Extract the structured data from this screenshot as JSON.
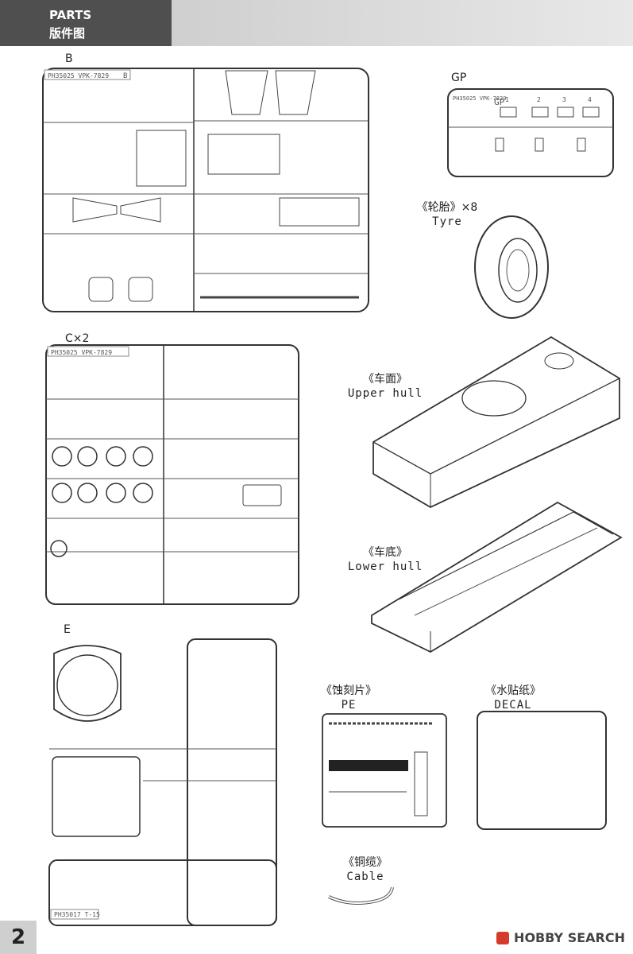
{
  "header": {
    "title_en": "PARTS",
    "title_cn": "版件图"
  },
  "sprues": {
    "b": {
      "label": "B",
      "code": "PH35025  VPK-7829",
      "letter": "B"
    },
    "gp": {
      "label": "GP",
      "code": "PH35025\nVPK-7829",
      "letter": "GP",
      "numbers": [
        "1",
        "2",
        "3",
        "4"
      ]
    },
    "c": {
      "label": "C×2",
      "code": "PH35025  VPK-7829",
      "letter": "C"
    },
    "e": {
      "label": "E",
      "code": "PH35017  T-15"
    }
  },
  "parts": {
    "tyre": {
      "cn": "《轮胎》×8",
      "en": "Tyre"
    },
    "upper_hull": {
      "cn": "《车面》",
      "en": "Upper hull"
    },
    "lower_hull": {
      "cn": "《车底》",
      "en": "Lower hull"
    },
    "pe": {
      "cn": "《蚀刻片》",
      "en": "PE"
    },
    "decal": {
      "cn": "《水贴纸》",
      "en": "DECAL"
    },
    "cable": {
      "cn": "《铜缆》",
      "en": "Cable"
    }
  },
  "page_number": "2",
  "watermark": "HOBBY SEARCH"
}
